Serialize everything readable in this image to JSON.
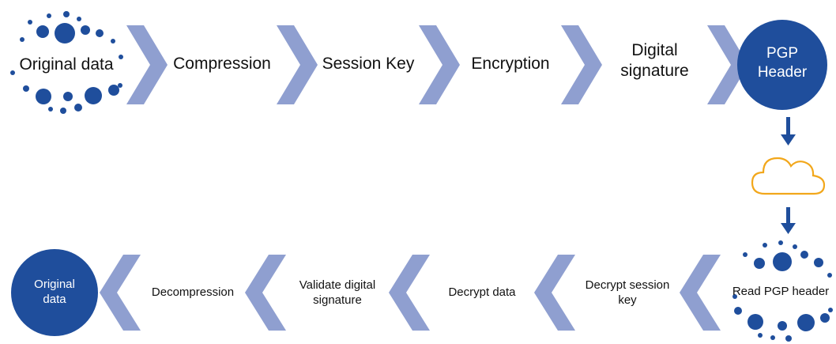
{
  "colors": {
    "primary": "#1f4e9c",
    "chevron": "#8f9fd0",
    "cloud": "#f2a71b",
    "text": "#111111"
  },
  "top_row": {
    "source_label": "Original data",
    "steps": [
      "Compression",
      "Session Key",
      "Encryption",
      "Digital signature"
    ],
    "steps_lines": {
      "digital_signature_line1": "Digital",
      "digital_signature_line2": "signature"
    },
    "result_line1": "PGP",
    "result_line2": "Header"
  },
  "transfer": {
    "icon": "cloud-icon"
  },
  "bottom_row": {
    "source_label": "Read PGP header",
    "decrypt_session_key_line1": "Decrypt session",
    "decrypt_session_key_line2": "key",
    "decrypt_data": "Decrypt data",
    "validate_line1": "Validate digital",
    "validate_line2": "signature",
    "decompression": "Decompression",
    "result_line1": "Original",
    "result_line2": "data"
  }
}
